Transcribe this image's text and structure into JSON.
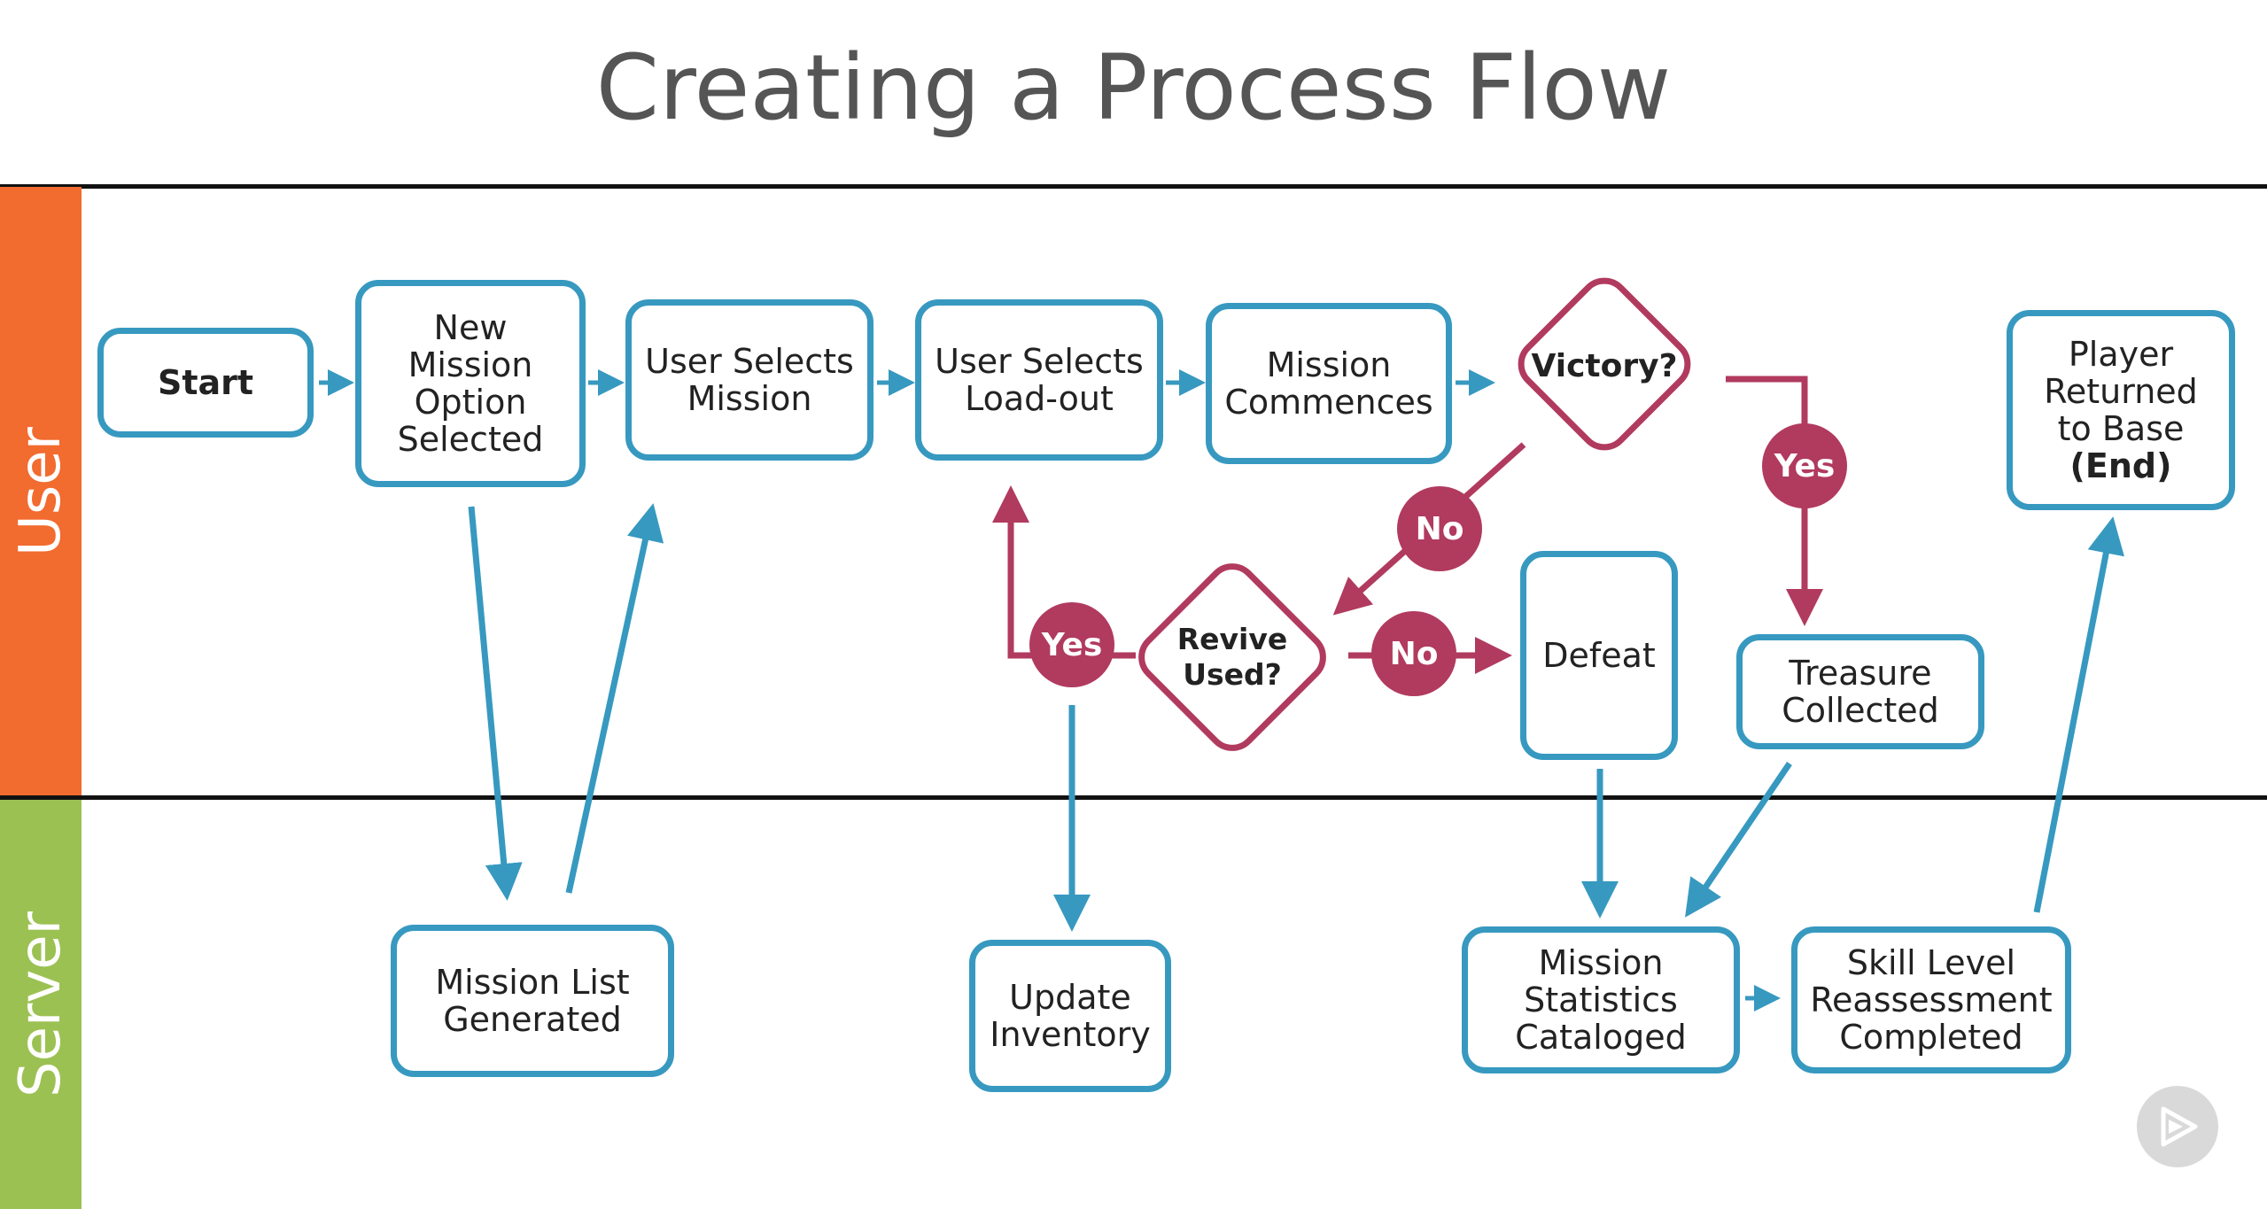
{
  "title": "Creating a Process Flow",
  "colors": {
    "process_stroke": "#3799c0",
    "decision_stroke": "#b13a5f",
    "user_lane": "#f26b2f",
    "server_lane": "#9cc153",
    "title_text": "#555555"
  },
  "lanes": {
    "user": "User",
    "server": "Server"
  },
  "nodes": {
    "start": "Start",
    "new_mission": "New\nMission\nOption\nSelected",
    "user_selects_mission": "User Selects\nMission",
    "user_selects_loadout": "User Selects\nLoad-out",
    "mission_commences": "Mission\nCommences",
    "victory": "Victory?",
    "revive_used": "Revive\nUsed?",
    "defeat": "Defeat",
    "treasure": "Treasure\nCollected",
    "player_returned_pre": "Player\nReturned\nto Base",
    "player_returned_end": "(End)",
    "mission_list": "Mission List\nGenerated",
    "update_inventory": "Update\nInventory",
    "mission_stats": "Mission\nStatistics\nCataloged",
    "skill_level": "Skill Level\nReassessment\nCompleted"
  },
  "badges": {
    "victory_no": "No",
    "victory_yes": "Yes",
    "revive_yes": "Yes",
    "revive_no": "No"
  },
  "icons": {
    "play": "play-icon"
  }
}
